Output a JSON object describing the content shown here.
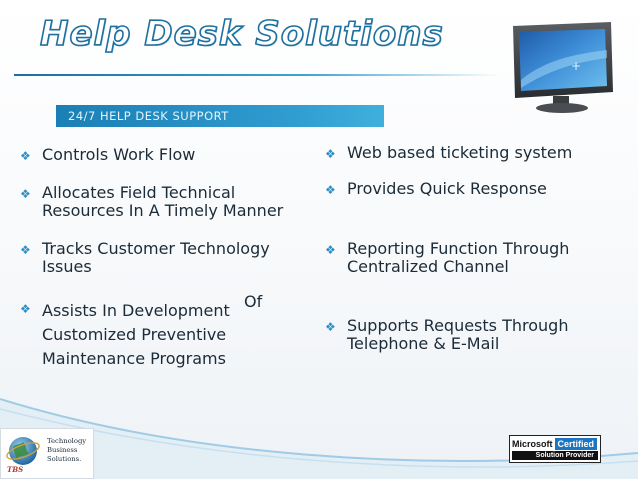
{
  "slide": {
    "title": "Help Desk Solutions",
    "banner": "24/7 HELP DESK SUPPORT"
  },
  "left_bullets": [
    {
      "text": "Controls Work Flow"
    },
    {
      "text": "Allocates Field Technical\nResources In A Timely Manner"
    },
    {
      "text": "Tracks Customer Technology\nIssues"
    },
    {
      "text": "Assists In Development\nCustomized Preventive\nMaintenance Programs",
      "trailing_word": "Of"
    }
  ],
  "right_bullets": [
    {
      "text": "Web based ticketing system"
    },
    {
      "text": "Provides Quick Response"
    },
    {
      "text": "Reporting Function Through\nCentralized Channel"
    },
    {
      "text": "Supports Requests Through\nTelephone & E-Mail"
    }
  ],
  "footer": {
    "logo": {
      "lines": [
        "Technology",
        "Business",
        "Solutions."
      ],
      "monogram": "TBS"
    },
    "badge": {
      "brand": "Microsoft",
      "certified": "Certified",
      "subtitle": "Solution Provider"
    }
  },
  "icons": {
    "bullet": "wingdings-arrow-bullet",
    "monitor": "computer-monitor-icon",
    "globe": "globe-icon"
  },
  "colors": {
    "accent": "#2f8fc4",
    "title_outline": "#1f6f9e",
    "banner": "#1a7fb5",
    "text": "#1b2b38",
    "swoosh": "#9fcbe6"
  }
}
